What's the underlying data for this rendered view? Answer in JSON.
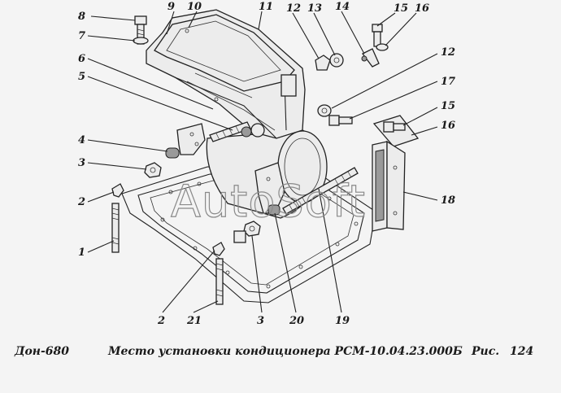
{
  "caption": {
    "model": "Дон-680",
    "title": "Место установки кондиционера РСМ-10.04.23.000Б",
    "figure_label": "Рис.",
    "figure_number": "124"
  },
  "watermark": "AutoSoft",
  "callouts": {
    "c1": "1",
    "c2a": "2",
    "c2b": "2",
    "c3a": "3",
    "c3b": "3",
    "c4": "4",
    "c5": "5",
    "c6": "6",
    "c7": "7",
    "c8": "8",
    "c9": "9",
    "c10": "10",
    "c11": "11",
    "c12a": "12",
    "c12b": "12",
    "c13": "13",
    "c14": "14",
    "c15a": "15",
    "c15b": "15",
    "c16a": "16",
    "c16b": "16",
    "c17": "17",
    "c18": "18",
    "c19": "19",
    "c20": "20",
    "c21": "21"
  }
}
